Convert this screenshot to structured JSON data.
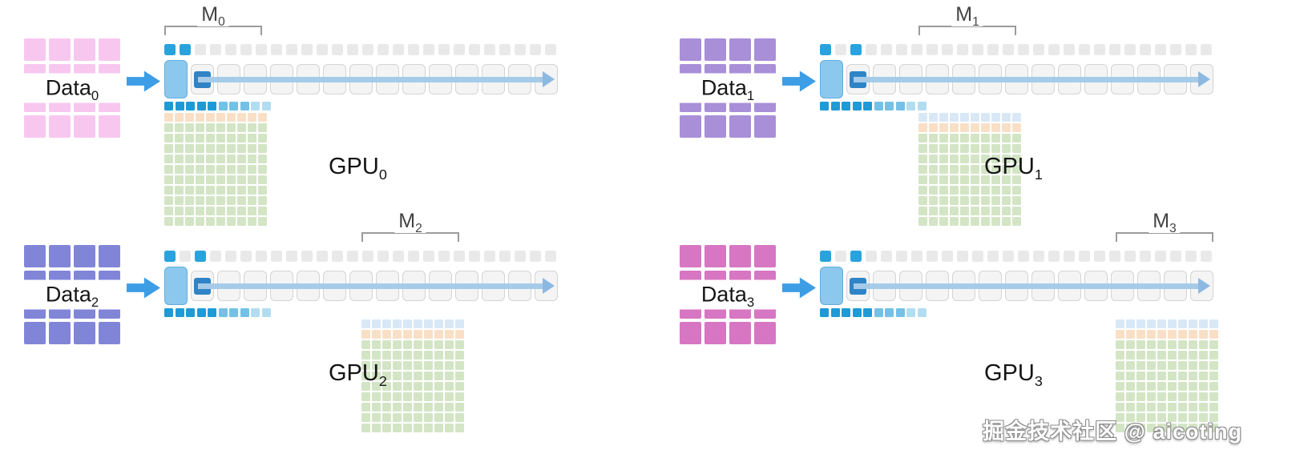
{
  "watermark": "掘金技术社区 @ aicoting",
  "colors": {
    "arrow_blue": "#3d9ee5",
    "pipeline_block_fill": "#f4f4f4",
    "pipeline_block_border": "#d4d4d4",
    "pipeline_active_fill": "#8cc8ee",
    "pipeline_active_border": "#63acdd",
    "pipeline_inner_dark": "#2e84c6",
    "pipeline_bar": "#a6cbe9",
    "pipeline_arrowhead": "#8cb9e2",
    "top_square": "#e9e9e9",
    "top_square_active": "#29a3dd",
    "fade_square": "#1e9ad6",
    "green_cell": "#d3e5c5",
    "peach_cell": "#f8dfc6",
    "lightblue_cell": "#d9e8f6",
    "bracket_grey": "#9b9b9b"
  },
  "pipeline": {
    "block_count": 15,
    "top_square_count": 26,
    "fade_count": 10,
    "fade_opacities": [
      1,
      1,
      1,
      1,
      1,
      0.62,
      0.62,
      0.62,
      0.34,
      0.34
    ]
  },
  "gpus": [
    {
      "data_label": "Data",
      "data_sub": "0",
      "gpu_label": "GPU",
      "gpu_sub": "0",
      "m_label": "M",
      "m_sub": "0",
      "data_color": "#f8c7ef",
      "shard_slot": 0,
      "top_active": [
        0,
        1
      ],
      "param_rows": [
        "peach",
        "green",
        "green",
        "green",
        "green",
        "green",
        "green",
        "green",
        "green",
        "green",
        "green"
      ]
    },
    {
      "data_label": "Data",
      "data_sub": "1",
      "gpu_label": "GPU",
      "gpu_sub": "1",
      "m_label": "M",
      "m_sub": "1",
      "data_color": "#a98fd8",
      "shard_slot": 1,
      "top_active": [
        0,
        2
      ],
      "param_rows": [
        "lightblue",
        "peach",
        "green",
        "green",
        "green",
        "green",
        "green",
        "green",
        "green",
        "green",
        "green"
      ]
    },
    {
      "data_label": "Data",
      "data_sub": "2",
      "gpu_label": "GPU",
      "gpu_sub": "2",
      "m_label": "M",
      "m_sub": "2",
      "data_color": "#8185d8",
      "shard_slot": 2,
      "top_active": [
        0,
        2
      ],
      "param_rows": [
        "lightblue",
        "peach",
        "green",
        "green",
        "green",
        "green",
        "green",
        "green",
        "green",
        "green",
        "green"
      ]
    },
    {
      "data_label": "Data",
      "data_sub": "3",
      "gpu_label": "GPU",
      "gpu_sub": "3",
      "m_label": "M",
      "m_sub": "3",
      "data_color": "#d776c3",
      "shard_slot": 3,
      "top_active": [
        0,
        2
      ],
      "param_rows": [
        "lightblue",
        "peach",
        "green",
        "green",
        "green",
        "green",
        "green",
        "green",
        "green",
        "green",
        "green"
      ]
    }
  ]
}
